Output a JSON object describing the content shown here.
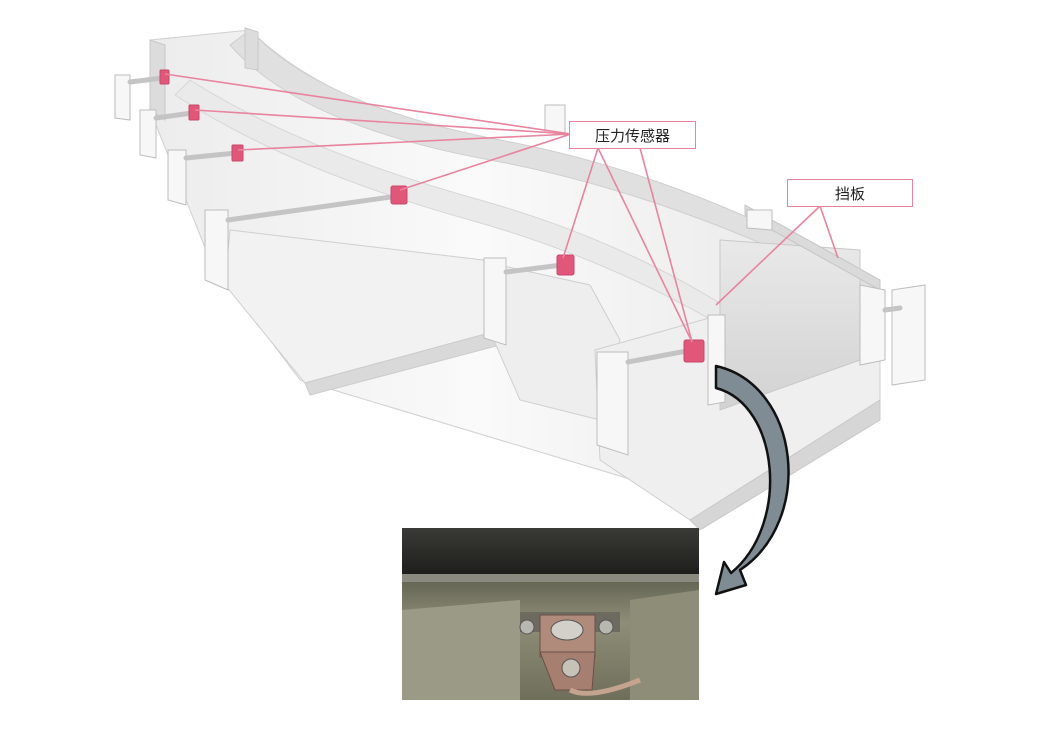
{
  "labels": {
    "pressure_sensor": "压力传感器",
    "baffle": "挡板"
  },
  "colors": {
    "leader_line": "#e8849e",
    "sensor": "#e0577a",
    "track_light": "#f4f4f4",
    "track_mid": "#e3e3e3",
    "track_dark": "#c9c9c9",
    "arrow_fill": "#7f8c94",
    "arrow_outline": "#111111"
  },
  "photo": {
    "description_icon": "sensor-mount-photo"
  }
}
